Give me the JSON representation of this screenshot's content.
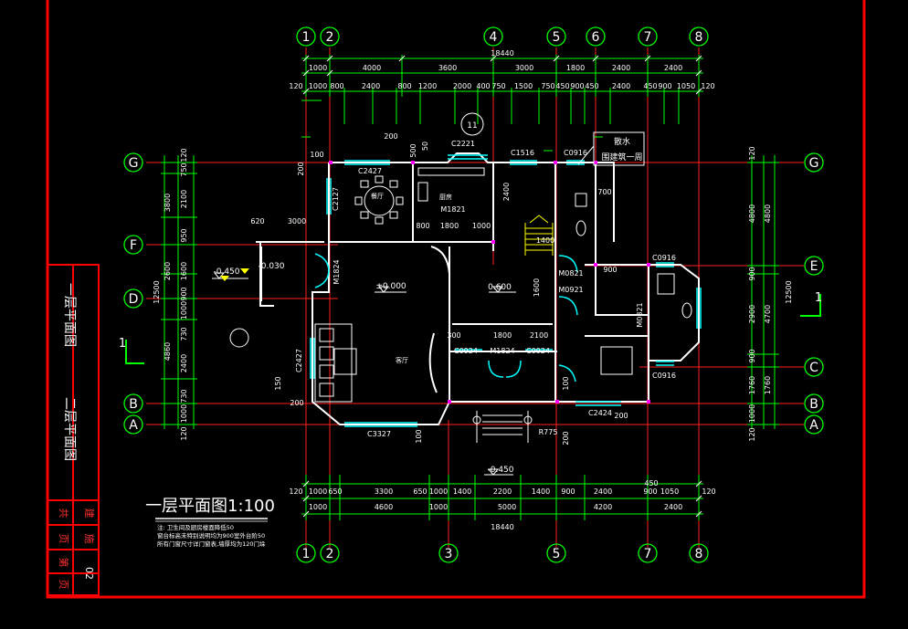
{
  "colors": {
    "background": "#000000",
    "frame": "#ff0000",
    "grid_line": "#ff2020",
    "dimension": "#00ff00",
    "wall": "#ffffff",
    "window": "#00ffff",
    "stair": "#ffff00",
    "wall_fill": "#ff00ff"
  },
  "axes": {
    "top": [
      "1",
      "2",
      "4",
      "5",
      "6",
      "7",
      "8"
    ],
    "bottom": [
      "1",
      "2",
      "3",
      "5",
      "7",
      "8"
    ],
    "left": [
      "G",
      "F",
      "D",
      "B",
      "A"
    ],
    "right": [
      "G",
      "E",
      "C",
      "B",
      "A"
    ]
  },
  "dims": {
    "top_total": "18440",
    "top_row1": [
      "1000",
      "4000",
      "3600",
      "3000",
      "1800",
      "2400",
      "2400"
    ],
    "top_row2": [
      "120",
      "1000",
      "800",
      "2400",
      "800",
      "1200",
      "2000",
      "400",
      "750",
      "1500",
      "750",
      "450",
      "900",
      "450",
      "2400",
      "450",
      "900",
      "1050",
      "120"
    ],
    "bottom_row1": [
      "120",
      "1000",
      "650",
      "3300",
      "650",
      "1000",
      "1400",
      "2200",
      "1400",
      "900",
      "2400",
      "900",
      "1050",
      "120"
    ],
    "bottom_row2": [
      "1000",
      "4600",
      "1000",
      "5000",
      "4200",
      "2400"
    ],
    "bottom_total": "18440",
    "bottom_extra": "450",
    "left_outer": [
      "3800",
      "2600",
      "4860"
    ],
    "left_total": "12500",
    "left_inner": [
      "120",
      "750",
      "2100",
      "950",
      "1600",
      "900",
      "1000",
      "730",
      "2400",
      "730",
      "1000",
      "120"
    ],
    "right_outer": [
      "4800",
      "4700",
      "1760"
    ],
    "right_total": "12500",
    "right_inner": [
      "120",
      "4800",
      "900",
      "2900",
      "900",
      "1760",
      "1000",
      "120"
    ]
  },
  "plan": {
    "window_labels": [
      "C2427",
      "C2221",
      "C1516",
      "C0916",
      "C2127",
      "C0916",
      "C0924",
      "C0924",
      "C2427",
      "C3327",
      "C2424",
      "C0916"
    ],
    "door_labels": [
      "M1821",
      "M1824",
      "M1824",
      "M0821",
      "M0921",
      "M0821"
    ],
    "room_labels": [
      "餐厅",
      "厨房",
      "客厅"
    ],
    "levels": [
      "±0.000",
      "0.600",
      "-0.450",
      "-0.030",
      "-0.450"
    ],
    "misc_dims": [
      "100",
      "200",
      "200",
      "500",
      "50",
      "2400",
      "700",
      "620",
      "3000",
      "800",
      "1800",
      "1000",
      "1400",
      "1600",
      "900",
      "300",
      "1800",
      "2100",
      "100",
      "200",
      "150",
      "200",
      "R775",
      "200",
      "100"
    ],
    "section_mark": "11",
    "callout_title": "散水",
    "callout_sub": "围建筑一周",
    "section_num": "1",
    "section_num_left": "1"
  },
  "title_block": {
    "plan_title": "一层平面图1:100",
    "notes": [
      "注: 卫生间及厨房楼面降低50",
      "窗台标高未特别说明均为900室外台阶50",
      "所有门窗尺寸详门窗表,墙厚均为120门垛"
    ],
    "side_title_1": "一层平面图",
    "side_title_2": "二层平面图",
    "side_info": [
      "共",
      "页",
      "第",
      "页",
      "建",
      "施",
      "02"
    ]
  }
}
